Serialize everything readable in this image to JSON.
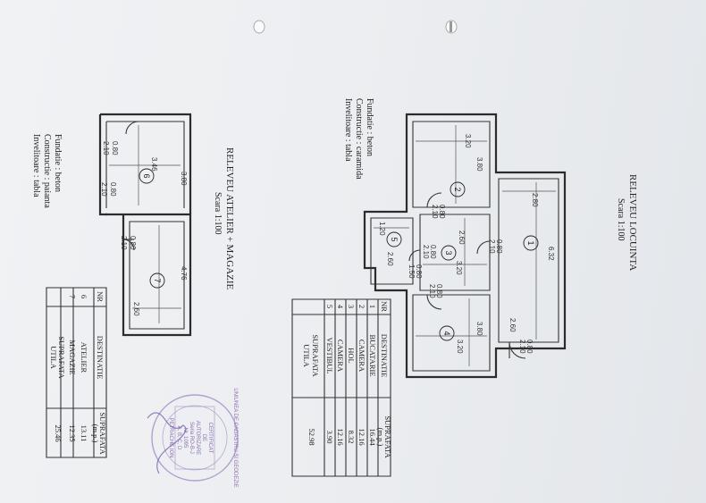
{
  "left_plan": {
    "title": "RELEVEU  ATELIER + MAGAZIE",
    "scale": "Scara 1:100",
    "notes": [
      "Fundatie : beton",
      "Constructie : paianta",
      "Invelitoare : tabla"
    ],
    "rooms": [
      {
        "num": "6"
      },
      {
        "num": "7"
      }
    ],
    "dims": [
      "3.46",
      "3.80",
      "4.76",
      "2.60",
      "0.80",
      "2.10",
      "0.80",
      "2.10",
      "0.80",
      "2.10"
    ],
    "table": {
      "headers": [
        "NR",
        "DESTINATIE",
        "SUPRAFATA",
        "(m.p.)"
      ],
      "rows": [
        {
          "nr": "6",
          "dest": "ATELIER",
          "area": "13.11"
        },
        {
          "nr": "7",
          "dest": "MAGAZIE",
          "area": "12.35"
        }
      ],
      "total_label": [
        "SUPRAFATA",
        "UTILA"
      ],
      "total": "25.46"
    }
  },
  "right_plan": {
    "title": "RELEVEU  LOCUINTA",
    "scale": "Scara 1:100",
    "notes": [
      "Fundatie : beton",
      "Constructie : caramida",
      "Invelitoare : tabla"
    ],
    "rooms": [
      {
        "num": "1"
      },
      {
        "num": "2"
      },
      {
        "num": "3"
      },
      {
        "num": "4"
      },
      {
        "num": "5"
      }
    ],
    "dims": [
      "3.20",
      "3.80",
      "2.60",
      "1.20",
      "2.60",
      "3.20",
      "2.60",
      "3.80",
      "3.20",
      "6.32",
      "2.80",
      "0.80",
      "2.10",
      "0.80",
      "2.10",
      "0.80",
      "2.10",
      "0.80",
      "2.10",
      "0.80",
      "2.10",
      "0.80",
      "1.50"
    ],
    "table": {
      "headers": [
        "NR",
        "DESTINATIE",
        "SUPRAFATA",
        "(m.p.)"
      ],
      "rows": [
        {
          "nr": "1",
          "dest": "BUCATARIE",
          "area": "16.44"
        },
        {
          "nr": "2",
          "dest": "CAMERA",
          "area": "12.16"
        },
        {
          "nr": "3",
          "dest": "HOL",
          "area": "8.32"
        },
        {
          "nr": "4",
          "dest": "CAMERA",
          "area": "12.16"
        },
        {
          "nr": "5",
          "dest": "VESTIBUL",
          "area": "3.90"
        }
      ],
      "total_label": [
        "SUPRAFATA",
        "UTILA"
      ],
      "total": "52.98"
    }
  },
  "stamp": {
    "lines": [
      "CERTIFICAT",
      "DE",
      "AUTORIZARE",
      "Seria RO-B-J",
      "Nr. 1095",
      "A, B, C, D"
    ],
    "name": "PETRACHE ION",
    "ring": "UNIUNEA DE CADASTRU SI GEODEZIE"
  }
}
